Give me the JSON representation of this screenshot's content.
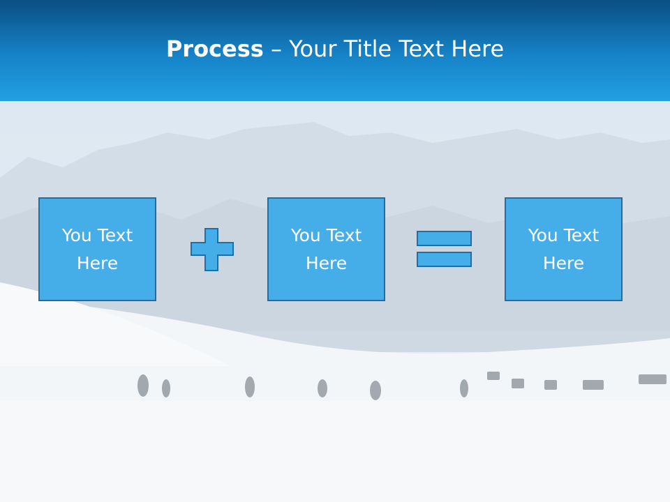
{
  "header": {
    "title_bold": "Process",
    "title_rest": " – Your Title Text Here"
  },
  "process": {
    "boxes": [
      {
        "label": "You Text Here"
      },
      {
        "label": "You Text Here"
      },
      {
        "label": "You Text Here"
      }
    ],
    "operators": [
      "plus-icon",
      "equals-icon"
    ]
  },
  "colors": {
    "header_dark": "#0a4f82",
    "header_light": "#22a0e2",
    "box_fill": "#45aee8",
    "box_border": "#1d6fa8"
  }
}
